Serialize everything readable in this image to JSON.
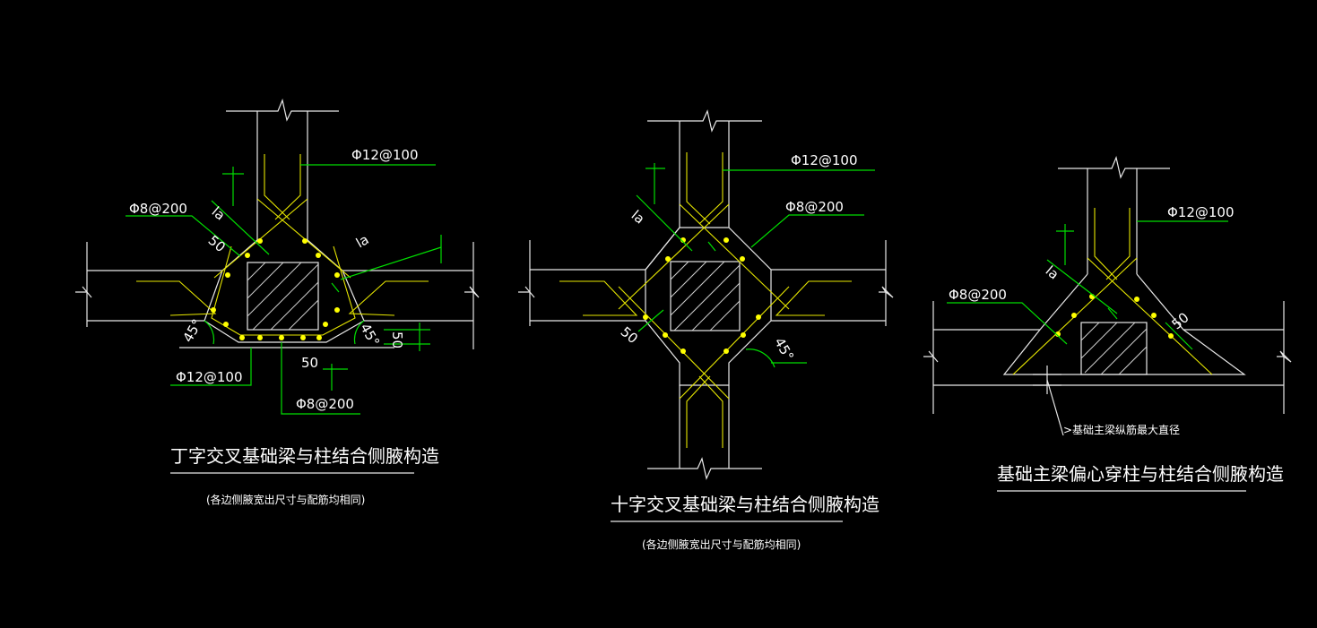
{
  "colors": {
    "background": "#000000",
    "lines": "#e8e8e8",
    "leaders": "#00dd00",
    "rebar": "#e6e600",
    "rebar_dots": "#ffff00"
  },
  "d1": {
    "title": "丁字交叉基础梁与柱结合侧腋构造",
    "note": "(各边侧腋宽出尺寸与配筋均相同)",
    "lbl_phi12_top": "Φ12@100",
    "lbl_phi8_left": "Φ8@200",
    "lbl_la_1": "la",
    "lbl_la_2": "la",
    "lbl_50_1": "50",
    "lbl_45_left": "45°",
    "lbl_45_right": "45°",
    "lbl_50_right": "50",
    "lbl_phi12_bot": "Φ12@100",
    "lbl_50_bot": "50",
    "lbl_phi8_bot": "Φ8@200"
  },
  "d2": {
    "title": "十字交叉基础梁与柱结合侧腋构造",
    "note": "(各边侧腋宽出尺寸与配筋均相同)",
    "lbl_phi12": "Φ12@100",
    "lbl_phi8": "Φ8@200",
    "lbl_la": "la",
    "lbl_50": "50",
    "lbl_45": "45°"
  },
  "d3": {
    "title": "基础主梁偏心穿柱与柱结合侧腋构造",
    "lbl_phi12": "Φ12@100",
    "lbl_phi8": "Φ8@200",
    "lbl_la": "la",
    "lbl_50": "50",
    "lbl_dia": ">基础主梁纵筋最大直径"
  }
}
